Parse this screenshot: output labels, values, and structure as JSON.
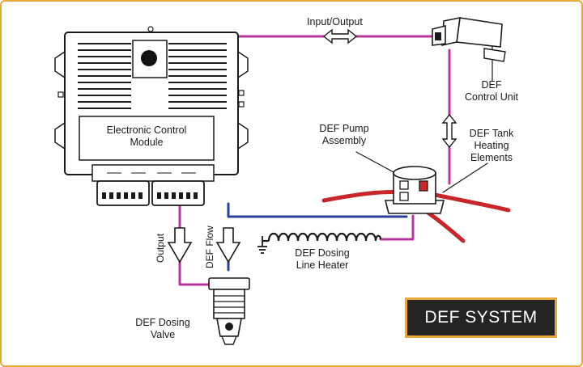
{
  "diagram": {
    "title": "DEF SYSTEM",
    "colors": {
      "signal_wire": "#b5379c",
      "flow_line": "#2a3f9a",
      "heater_wire": "#c8262b",
      "frame": "#e8a83a",
      "title_box": "#242424"
    },
    "labels": {
      "input_output": "Input/Output",
      "def_control_unit": [
        "DEF",
        "Control Unit"
      ],
      "def_pump_assembly": [
        "DEF Pump",
        "Assembly"
      ],
      "def_tank_heating": [
        "DEF Tank",
        "Heating",
        "Elements"
      ],
      "ecm": [
        "Electronic Control",
        "Module"
      ],
      "output": "Output",
      "def_flow": "DEF Flow",
      "def_dosing_line_heater": [
        "DEF Dosing",
        "Line Heater"
      ],
      "def_dosing_valve": [
        "DEF Dosing",
        "Valve"
      ]
    },
    "icons": {
      "bidirectional_arrow": "double-arrow-icon",
      "down_arrow": "down-arrow-icon",
      "ground": "ground-symbol-icon",
      "heater_coil": "coil-icon"
    }
  }
}
